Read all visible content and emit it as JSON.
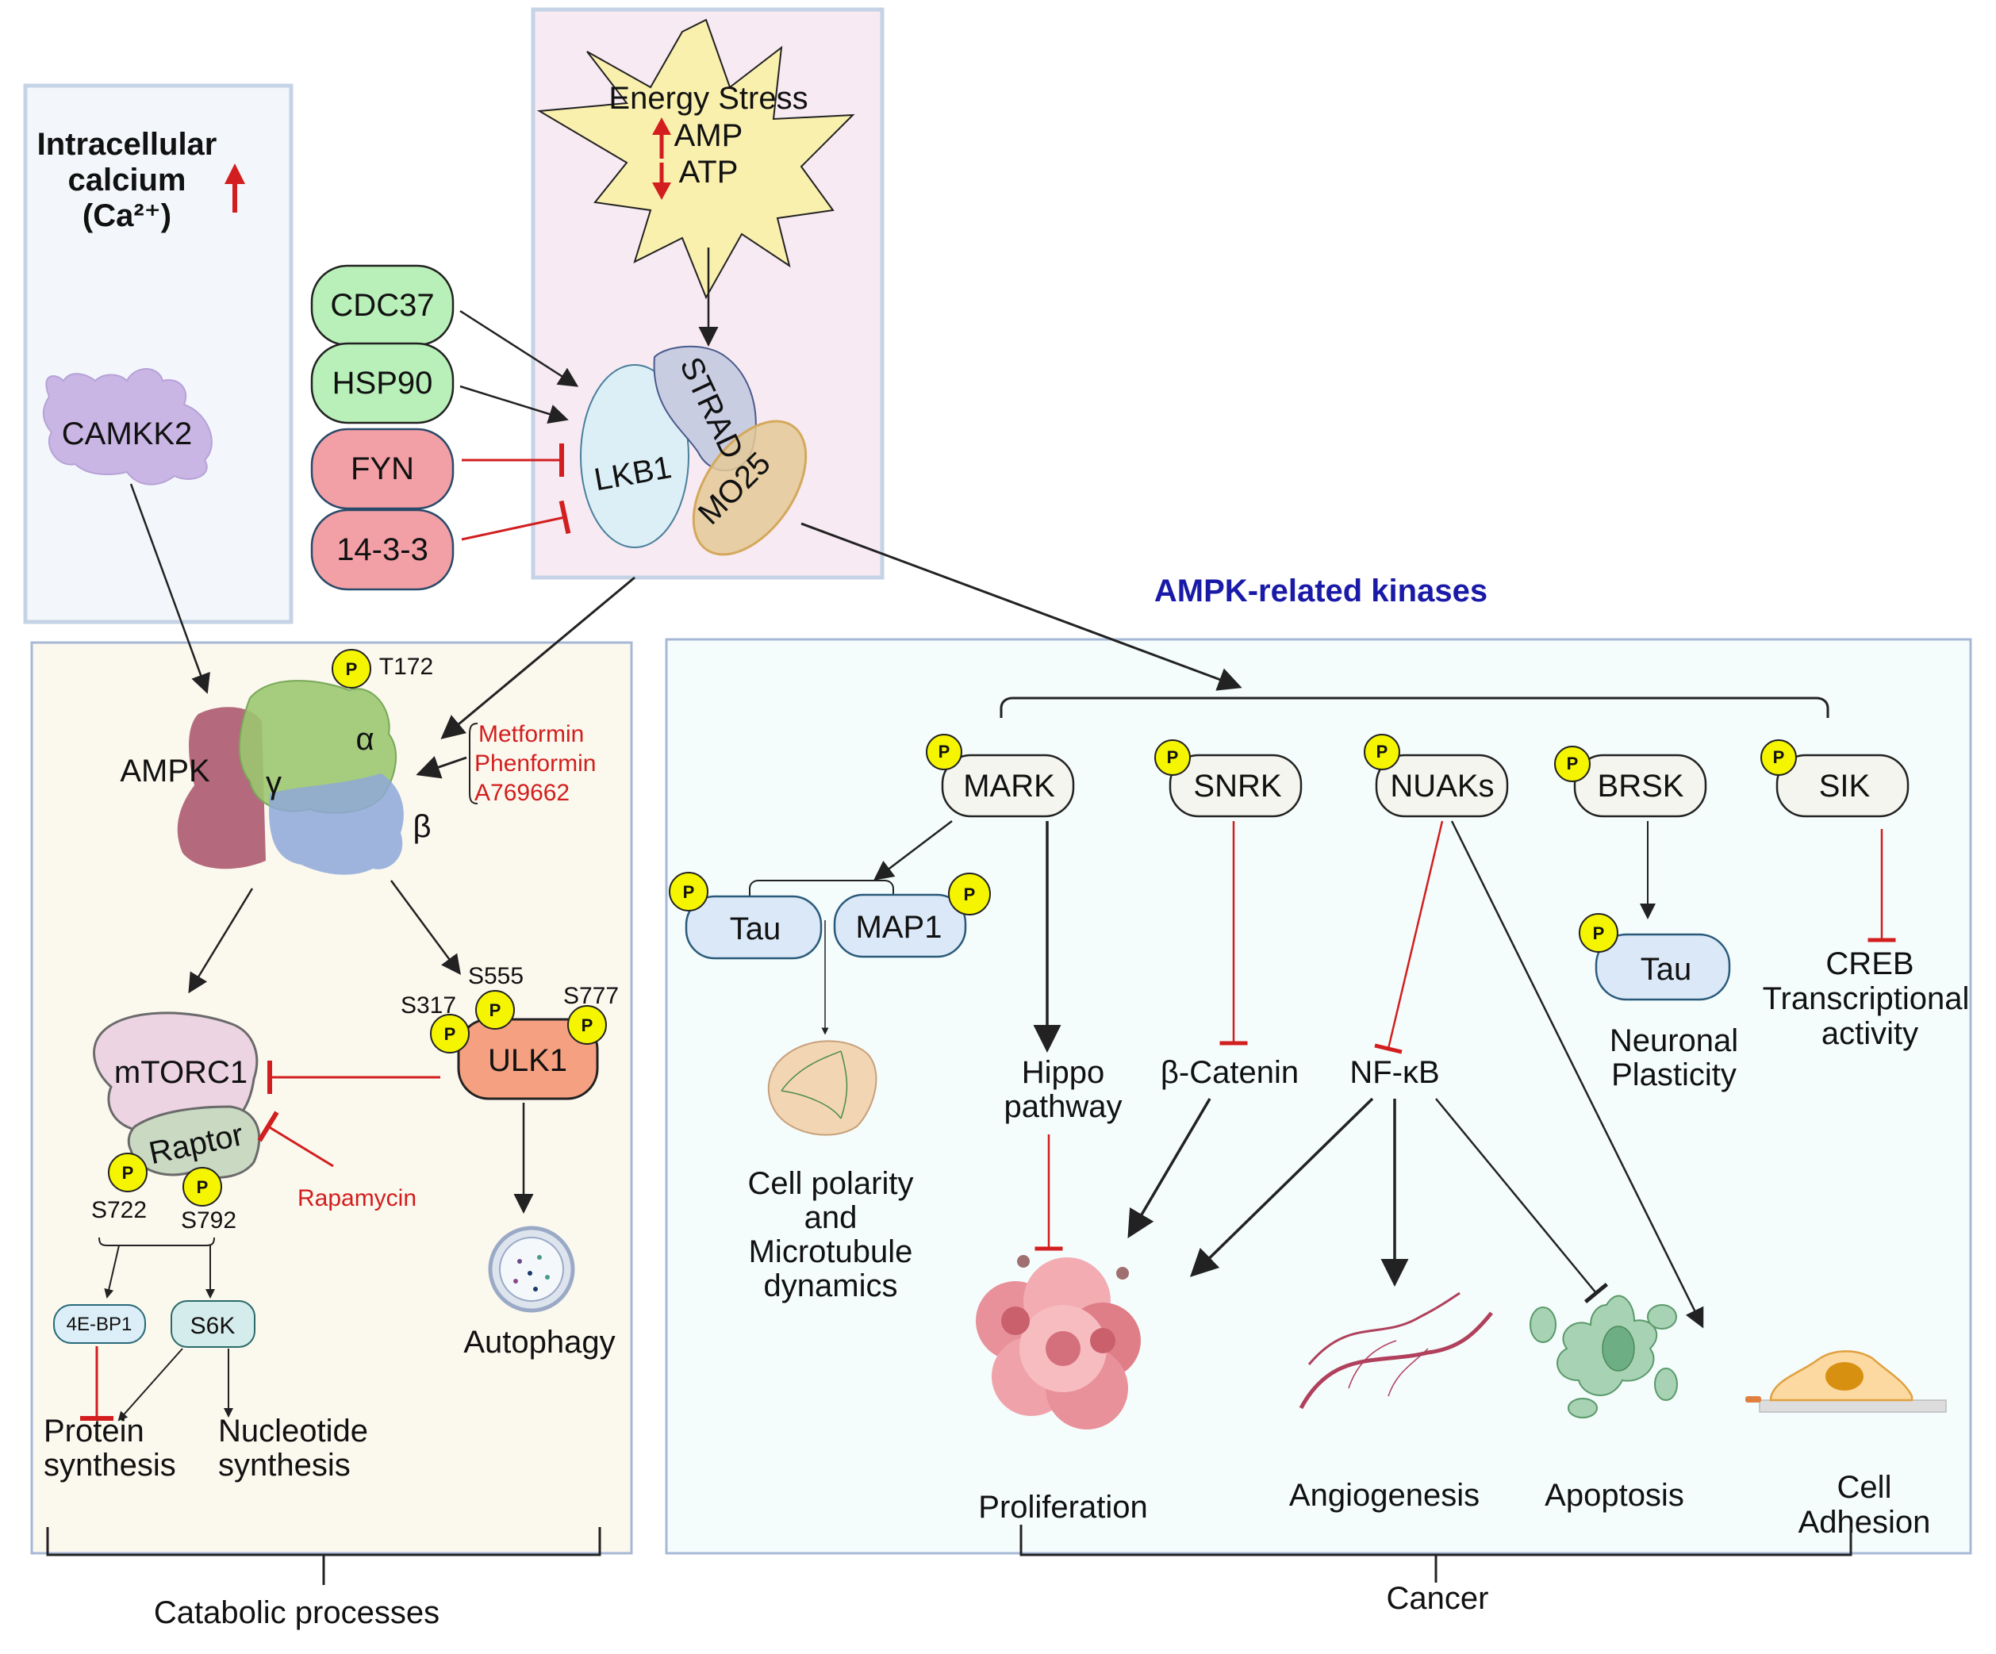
{
  "panels": {
    "calcium": {
      "title_lines": [
        "Intracellular",
        "calcium",
        "(Ca²⁺)"
      ],
      "arrow": "up"
    },
    "energy": {
      "star_lines": [
        "Energy Stress",
        "AMP",
        "ATP"
      ],
      "amp_direction": "up",
      "atp_direction": "down"
    },
    "catabolic_label": "Catabolic processes",
    "cancer_label": "Cancer",
    "ampk_related_title": "AMPK-related kinases"
  },
  "regulators": [
    {
      "label": "CDC37",
      "effect": "activate",
      "color": "#b9f0b9"
    },
    {
      "label": "HSP90",
      "effect": "activate",
      "color": "#b9f0b9"
    },
    {
      "label": "FYN",
      "effect": "inhibit",
      "color": "#f2a0a6"
    },
    {
      "label": "14-3-3",
      "effect": "inhibit",
      "color": "#f2a0a6"
    }
  ],
  "lkb1_complex": {
    "lkb1": "LKB1",
    "strad": "STRAD",
    "mo25": "MO25"
  },
  "camkk2": "CAMKK2",
  "ampk": {
    "label": "AMPK",
    "subunits": {
      "alpha": "α",
      "beta": "β",
      "gamma": "γ"
    },
    "site": "T172",
    "drugs": [
      "Metformin",
      "Phenformin",
      "A769662"
    ]
  },
  "catabolic": {
    "mtorc1": "mTORC1",
    "raptor": "Raptor",
    "raptor_sites": [
      "S722",
      "S792"
    ],
    "rapamycin": "Rapamycin",
    "ulk1": "ULK1",
    "ulk1_sites": [
      "S317",
      "S555",
      "S777"
    ],
    "autophagy": "Autophagy",
    "eb1": "4E-BP1",
    "s6k": "S6K",
    "protein_synthesis": [
      "Protein",
      "synthesis"
    ],
    "nucleotide_synthesis": [
      "Nucleotide",
      "synthesis"
    ]
  },
  "kinases": [
    {
      "label": "MARK"
    },
    {
      "label": "SNRK"
    },
    {
      "label": "NUAKs"
    },
    {
      "label": "BRSK"
    },
    {
      "label": "SIK"
    }
  ],
  "phospho_label": "P",
  "mark_targets": {
    "tau": "Tau",
    "map1": "MAP1",
    "outcome": [
      "Cell polarity",
      "and",
      "Microtubule",
      "dynamics"
    ]
  },
  "hippo": [
    "Hippo",
    "pathway"
  ],
  "beta_catenin": "β-Catenin",
  "nfkb": "NF-κB",
  "brsk_target": {
    "tau": "Tau",
    "outcome": [
      "Neuronal",
      "Plasticity"
    ]
  },
  "sik_target": [
    "CREB",
    "Transcriptional",
    "activity"
  ],
  "outcomes": {
    "proliferation": "Proliferation",
    "angiogenesis": "Angiogenesis",
    "apoptosis": "Apoptosis",
    "adhesion": [
      "Cell",
      "Adhesion"
    ]
  },
  "colors": {
    "inhibit": "#d21e1e",
    "phospho": "#f5f500",
    "title_blue": "#1a1aa8"
  }
}
